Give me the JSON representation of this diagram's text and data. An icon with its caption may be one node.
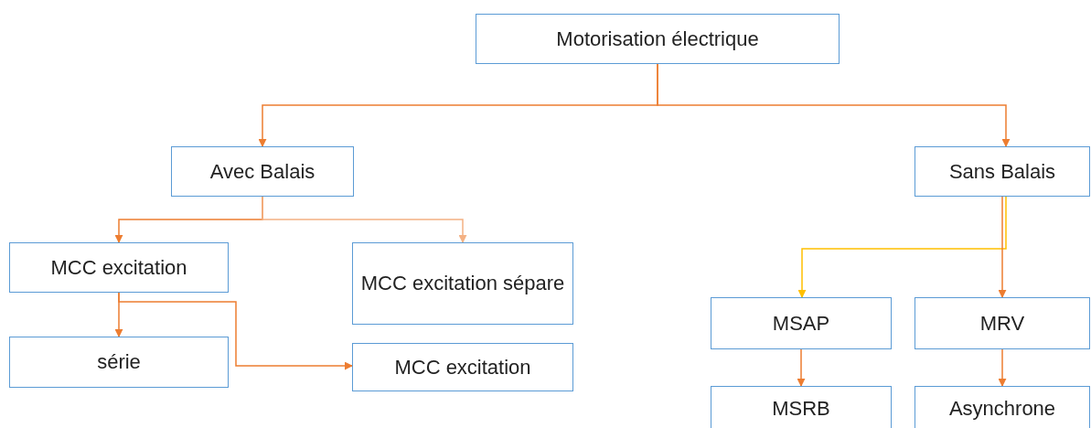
{
  "diagram": {
    "nodes": [
      {
        "text": [
          "Motorisation électrique"
        ]
      },
      {
        "text": [
          "Avec Balais"
        ]
      },
      {
        "text": [
          "Sans Balais"
        ]
      },
      {
        "text": [
          "MCC excitation"
        ]
      },
      {
        "text": [
          "MCC excitation sépare"
        ]
      },
      {
        "text": [
          "série"
        ]
      },
      {
        "text": [
          "MCC excitation"
        ]
      },
      {
        "text": [
          "MSAP"
        ]
      },
      {
        "text": [
          "MRV"
        ]
      },
      {
        "text": [
          "MSRB"
        ]
      },
      {
        "text": [
          "Asynchrone"
        ]
      }
    ],
    "edges": [
      {
        "from": 0,
        "to": 1,
        "arrow": "to"
      },
      {
        "from": 0,
        "to": 2,
        "arrow": "to"
      },
      {
        "from": 1,
        "to": 3,
        "arrow": "to"
      },
      {
        "from": 1,
        "to": 4,
        "arrow": "to",
        "color": "#f4b183"
      },
      {
        "from": 3,
        "to": 5,
        "arrow": "to"
      },
      {
        "from": 3,
        "to": 6,
        "arrow": "to"
      },
      {
        "from": 2,
        "to": 7,
        "arrow": "to",
        "color": "#ffc000"
      },
      {
        "from": 2,
        "to": 8,
        "arrow": "to"
      },
      {
        "from": 7,
        "to": 9,
        "arrow": "to"
      },
      {
        "from": 8,
        "to": 10,
        "arrow": "to"
      }
    ]
  }
}
